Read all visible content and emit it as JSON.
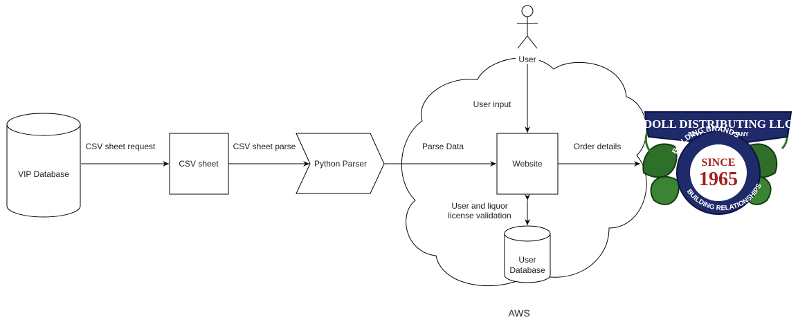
{
  "nodes": {
    "vip_database": "VIP Database",
    "csv_sheet": "CSV sheet",
    "python_parser": "Python Parser",
    "website": "Website",
    "user_database_line1": "User",
    "user_database_line2": "Database",
    "user_actor": "User",
    "cloud": "AWS"
  },
  "edges": {
    "csv_sheet_request": "CSV sheet request",
    "csv_sheet_parse": "CSV sheet parse",
    "parse_data": "Parse Data",
    "user_input": "User input",
    "order_details": "Order details",
    "validation_line1": "User and liquor",
    "validation_line2": "license validation"
  },
  "logo": {
    "banner_line1": "DOLL DISTRIBUTING LLC",
    "banner_line2": "BEVERAGE COMPANY",
    "arc_top": "BUILDING BRANDS",
    "since": "SINCE",
    "year": "1965",
    "arc_bottom": "BUILDING RELATIONSHIPS"
  },
  "colors": {
    "logo_navy": "#1f2a6b",
    "logo_red": "#a3201c",
    "logo_leaf": "#2e6f2a"
  }
}
